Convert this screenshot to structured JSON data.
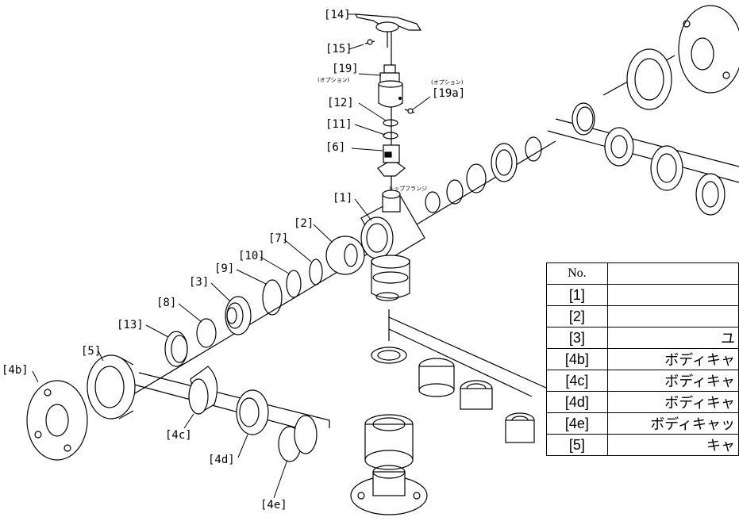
{
  "callouts": {
    "p14": "[14]",
    "p15": "[15]",
    "p19": "[19]",
    "p19_note": "(オプション)",
    "p19a_note": "(オプション)",
    "p19a": "[19a]",
    "p12": "[12]",
    "p11": "[11]",
    "p6": "[6]",
    "top_flange": "トップフランジ",
    "p1": "[1]",
    "p2": "[2]",
    "p7": "[7]",
    "p10": "[10]",
    "p9": "[9]",
    "p3": "[3]",
    "p8": "[8]",
    "p13": "[13]",
    "p5": "[5]",
    "p4b": "[4b]",
    "p4c": "[4c]",
    "p4d": "[4d]",
    "p4e": "[4e]"
  },
  "table": {
    "header_no": "No.",
    "header_name": "",
    "rows": [
      {
        "no": "[1]",
        "name": ""
      },
      {
        "no": "[2]",
        "name": ""
      },
      {
        "no": "[3]",
        "name": "ユ"
      },
      {
        "no": "[4b]",
        "name": "ボディキャ"
      },
      {
        "no": "[4c]",
        "name": "ボディキャ"
      },
      {
        "no": "[4d]",
        "name": "ボディキャ"
      },
      {
        "no": "[4e]",
        "name": "ボディキャッ"
      },
      {
        "no": "[5]",
        "name": "キャ"
      }
    ]
  }
}
